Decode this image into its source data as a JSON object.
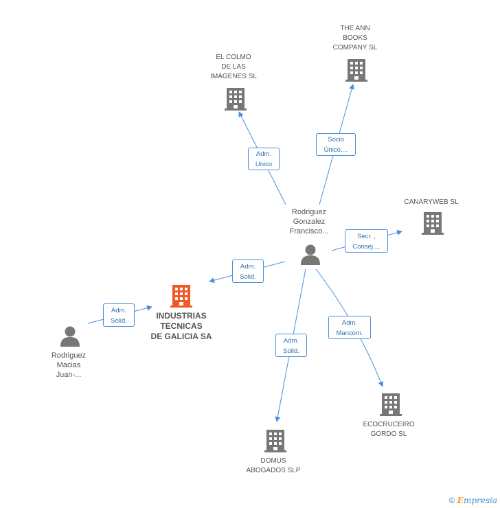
{
  "colors": {
    "edge": "#4a90d9",
    "building": "#777777",
    "building_main": "#f05a28",
    "person": "#777777"
  },
  "nodes": {
    "main": {
      "label": "INDUSTRIAS\nTECNICAS\nDE GALICIA SA",
      "icon": "building-icon"
    },
    "person_center": {
      "label": "Rodriguez\nGonzalez\nFrancisco...",
      "icon": "person-icon"
    },
    "person_left": {
      "label": "Rodriguez\nMacias\nJuan-...",
      "icon": "person-icon"
    },
    "el_colmo": {
      "label": "EL COLMO\nDE LAS\nIMAGENES SL",
      "icon": "building-icon"
    },
    "the_ann": {
      "label": "THE ANN\nBOOKS\nCOMPANY SL",
      "icon": "building-icon"
    },
    "canaryweb": {
      "label": "CANARYWEB SL",
      "icon": "building-icon"
    },
    "ecocruceiro": {
      "label": "ECOCRUCEIRO\nGORDO SL",
      "icon": "building-icon"
    },
    "domus": {
      "label": "DOMUS\nABOGADOS SLP",
      "icon": "building-icon"
    }
  },
  "edges": {
    "to_el_colmo": "Adm.\nUnico",
    "to_the_ann": "Socio\nÚnico,...",
    "to_canaryweb": "Secr. ,\nConsej....",
    "to_main_center": "Adm.\nSolid.",
    "to_main_left": "Adm.\nSolid.",
    "to_domus": "Adm.\nSolid.",
    "to_ecocruceiro": "Adm.\nMancom."
  },
  "footer": {
    "copyright": "©",
    "brand_initial": "E",
    "brand_rest": "mpresia"
  }
}
